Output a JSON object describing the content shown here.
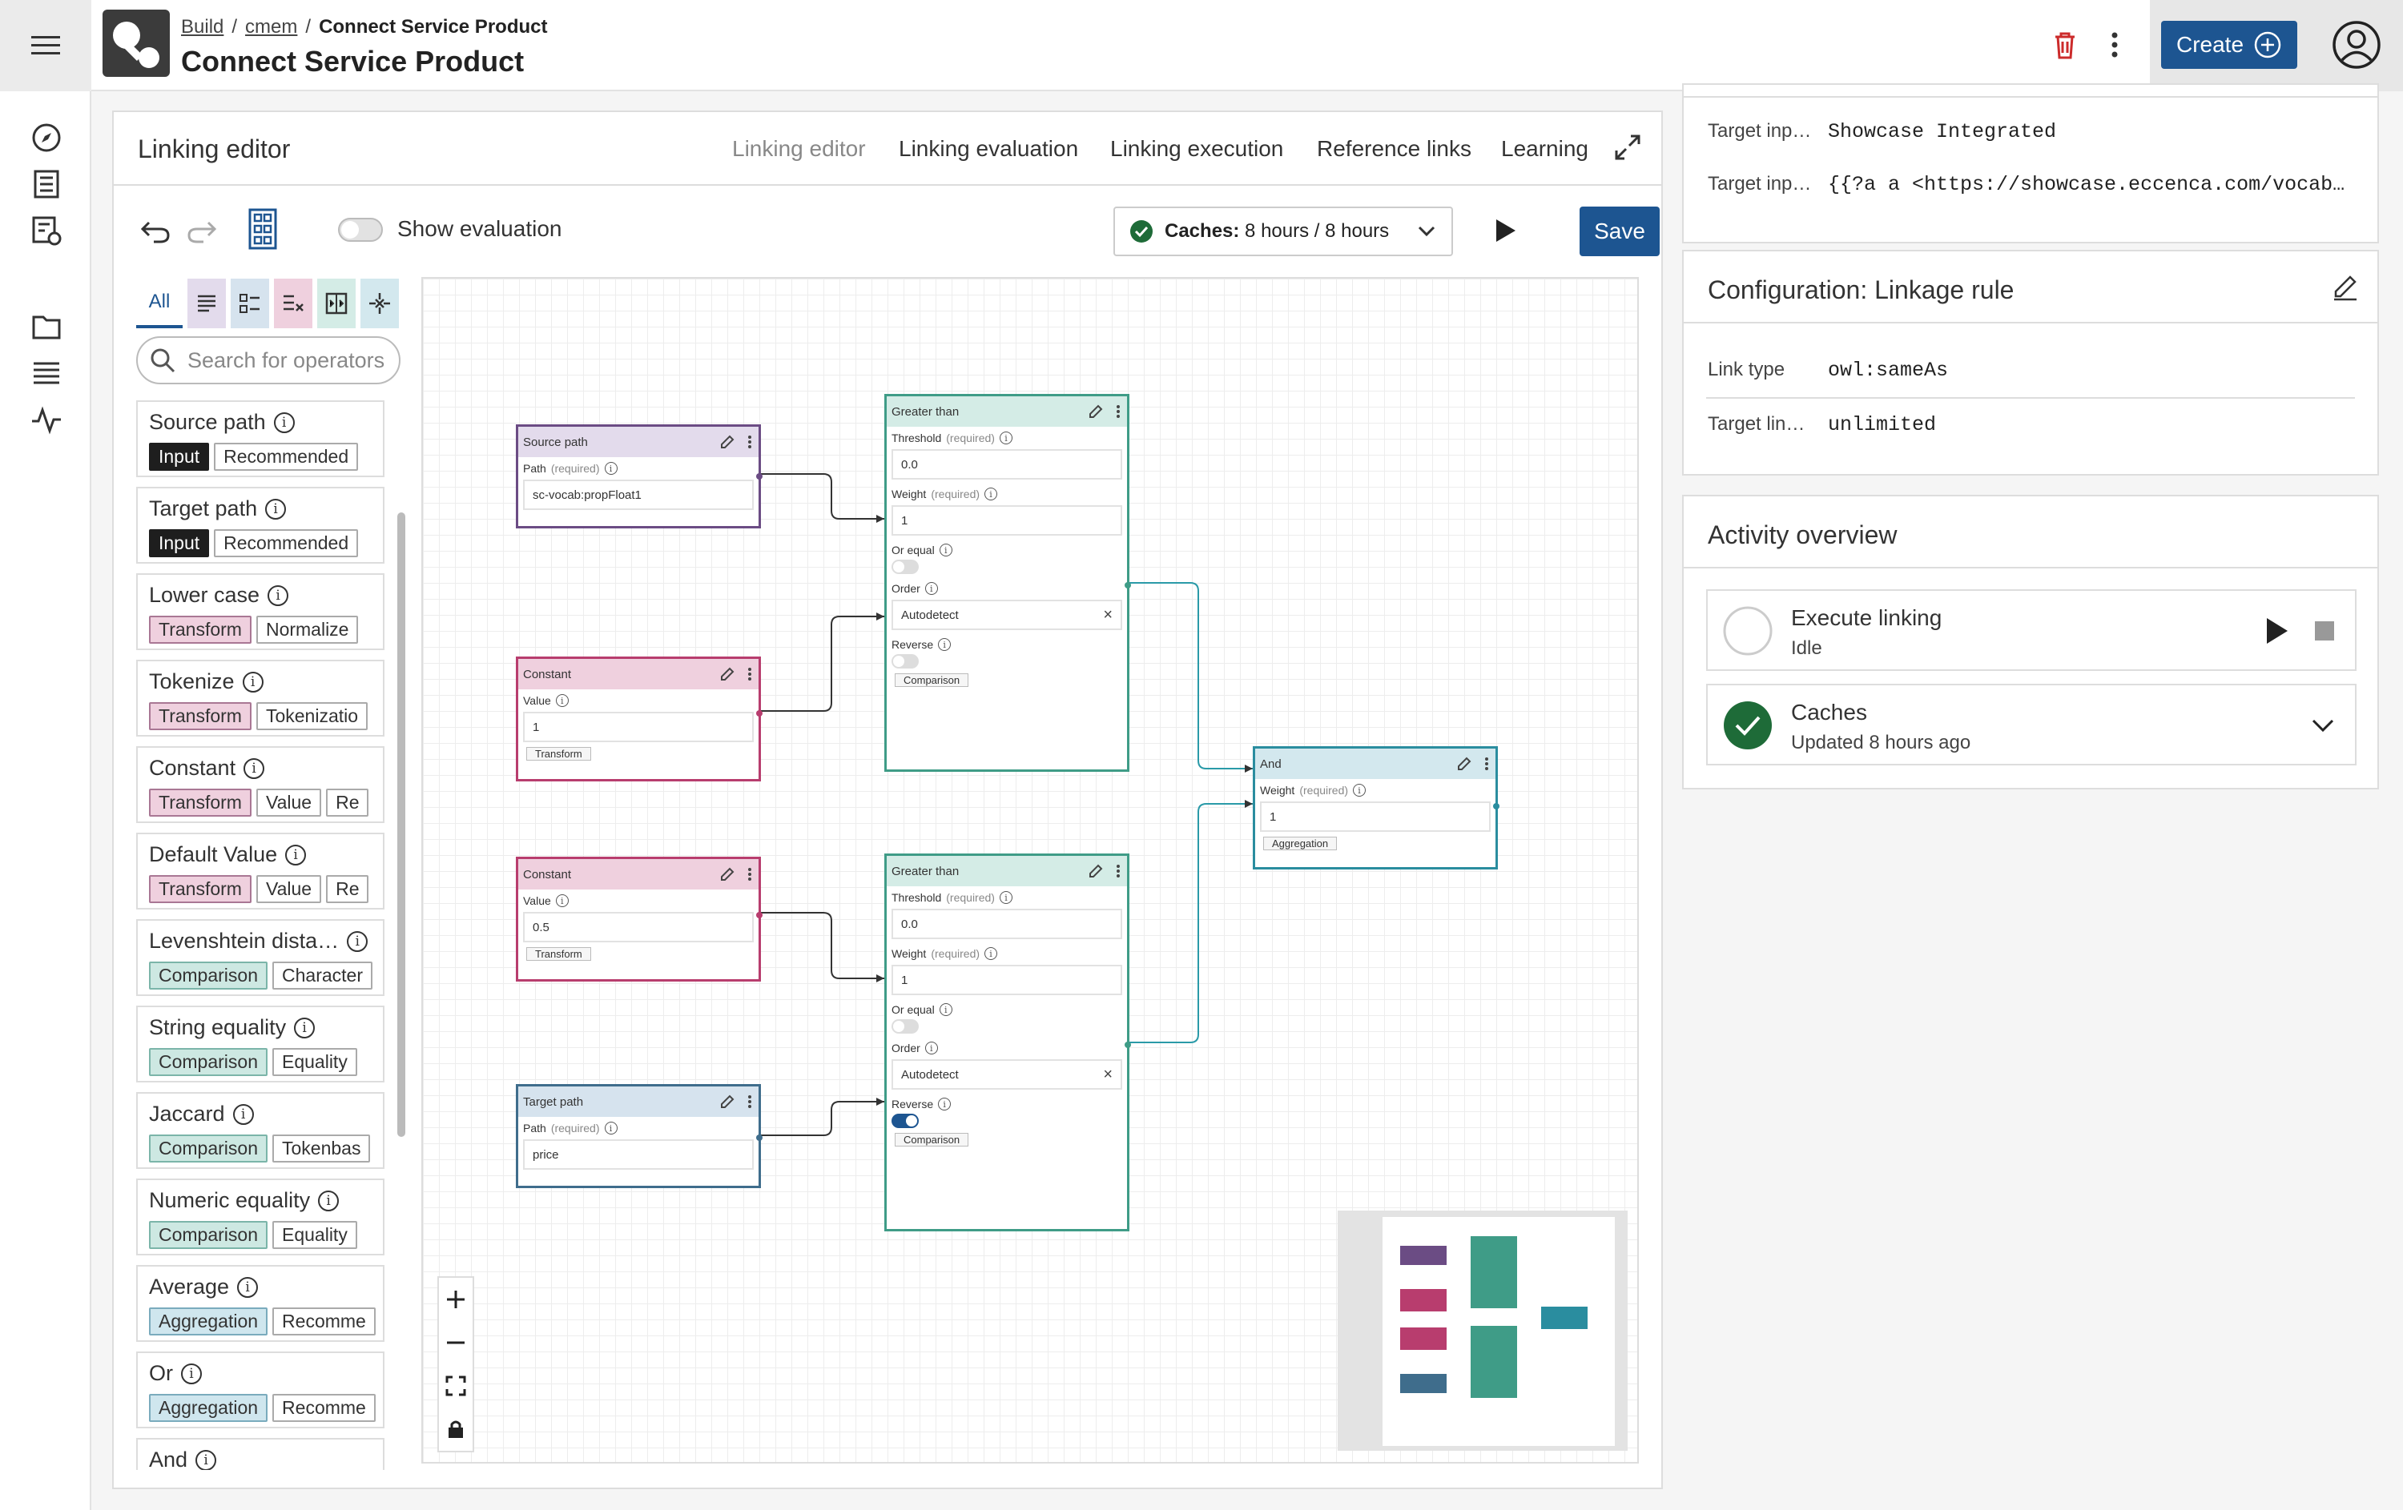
{
  "header": {
    "breadcrumb": [
      "Build",
      "cmem",
      "Connect Service Product"
    ],
    "title": "Connect Service Product",
    "create_label": "Create"
  },
  "editor": {
    "title": "Linking editor",
    "tabs": [
      "Linking editor",
      "Linking evaluation",
      "Linking execution",
      "Reference links",
      "Learning"
    ],
    "active_tab": "Linking editor",
    "show_evaluation_label": "Show evaluation",
    "caches_label": "Caches:",
    "caches_value": "8 hours / 8 hours",
    "save_label": "Save"
  },
  "palette": {
    "filter_all": "All",
    "search_placeholder": "Search for operators",
    "operators": [
      {
        "name": "Source path",
        "tags": [
          [
            "Input",
            "input"
          ],
          [
            "Recommended",
            ""
          ]
        ]
      },
      {
        "name": "Target path",
        "tags": [
          [
            "Input",
            "input"
          ],
          [
            "Recommended",
            ""
          ]
        ]
      },
      {
        "name": "Lower case",
        "tags": [
          [
            "Transform",
            "transform"
          ],
          [
            "Normalize",
            ""
          ]
        ]
      },
      {
        "name": "Tokenize",
        "tags": [
          [
            "Transform",
            "transform"
          ],
          [
            "Tokenizatio",
            ""
          ]
        ]
      },
      {
        "name": "Constant",
        "tags": [
          [
            "Transform",
            "transform"
          ],
          [
            "Value",
            ""
          ],
          [
            "Re",
            ""
          ]
        ]
      },
      {
        "name": "Default Value",
        "tags": [
          [
            "Transform",
            "transform"
          ],
          [
            "Value",
            ""
          ],
          [
            "Re",
            ""
          ]
        ]
      },
      {
        "name": "Levenshtein dista…",
        "tags": [
          [
            "Comparison",
            "comparison"
          ],
          [
            "Character",
            ""
          ]
        ]
      },
      {
        "name": "String equality",
        "tags": [
          [
            "Comparison",
            "comparison"
          ],
          [
            "Equality",
            ""
          ]
        ]
      },
      {
        "name": "Jaccard",
        "tags": [
          [
            "Comparison",
            "comparison"
          ],
          [
            "Tokenbas",
            ""
          ]
        ]
      },
      {
        "name": "Numeric equality",
        "tags": [
          [
            "Comparison",
            "comparison"
          ],
          [
            "Equality",
            ""
          ]
        ]
      },
      {
        "name": "Average",
        "tags": [
          [
            "Aggregation",
            "aggregation"
          ],
          [
            "Recomme",
            ""
          ]
        ]
      },
      {
        "name": "Or",
        "tags": [
          [
            "Aggregation",
            "aggregation"
          ],
          [
            "Recomme",
            ""
          ]
        ]
      },
      {
        "name": "And",
        "tags": []
      }
    ]
  },
  "nodes": {
    "source_path": {
      "title": "Source path",
      "path_label": "Path",
      "required": "(required)",
      "path_value": "sc-vocab:propFloat1"
    },
    "constant1": {
      "title": "Constant",
      "value_label": "Value",
      "value": "1",
      "badge": "Transform"
    },
    "constant2": {
      "title": "Constant",
      "value_label": "Value",
      "value": "0.5",
      "badge": "Transform"
    },
    "target_path": {
      "title": "Target path",
      "path_label": "Path",
      "required": "(required)",
      "path_value": "price"
    },
    "gt1": {
      "title": "Greater than",
      "threshold_label": "Threshold",
      "threshold": "0.0",
      "weight_label": "Weight",
      "weight": "1",
      "or_equal_label": "Or equal",
      "order_label": "Order",
      "order": "Autodetect",
      "reverse_label": "Reverse",
      "reverse_on": false,
      "badge": "Comparison"
    },
    "gt2": {
      "title": "Greater than",
      "threshold_label": "Threshold",
      "threshold": "0.0",
      "weight_label": "Weight",
      "weight": "1",
      "or_equal_label": "Or equal",
      "order_label": "Order",
      "order": "Autodetect",
      "reverse_label": "Reverse",
      "reverse_on": true,
      "badge": "Comparison"
    },
    "and": {
      "title": "And",
      "weight_label": "Weight",
      "required": "(required)",
      "weight": "1",
      "badge": "Aggregation"
    }
  },
  "right_panel": {
    "target_rows": [
      {
        "key": "Target inp…",
        "value": "Showcase Integrated"
      },
      {
        "key": "Target inp…",
        "value": "{{?a a <https://showcase.eccenca.com/vocab…"
      }
    ],
    "config_title": "Configuration: Linkage rule",
    "config_rows": [
      {
        "key": "Link type",
        "value": "owl:sameAs"
      },
      {
        "key": "Target lin…",
        "value": "unlimited"
      }
    ],
    "activity_title": "Activity overview",
    "activities": [
      {
        "name": "Execute linking",
        "status": "Idle"
      },
      {
        "name": "Caches",
        "status": "Updated 8 hours ago"
      }
    ]
  },
  "colors": {
    "primary": "#1d5591",
    "transform": "#b83d6e",
    "comparison": "#3f9c87",
    "aggregation": "#2a8d9f",
    "source": "#6b4c84",
    "target": "#3f6d8c",
    "success": "#1e6b38",
    "danger": "#cc2b2b"
  },
  "icons": [
    "hamburger-icon",
    "compass-icon",
    "list-icon",
    "dataset-icon",
    "folder-icon",
    "lines-icon",
    "activity-icon",
    "trash-icon",
    "more-icon",
    "plus-circle-icon",
    "user-icon",
    "undo-icon",
    "redo-icon",
    "layout-icon",
    "play-icon",
    "stop-icon",
    "check-circle-icon",
    "chevron-down-icon",
    "pencil-icon",
    "expand-icon",
    "search-icon",
    "lock-icon"
  ]
}
